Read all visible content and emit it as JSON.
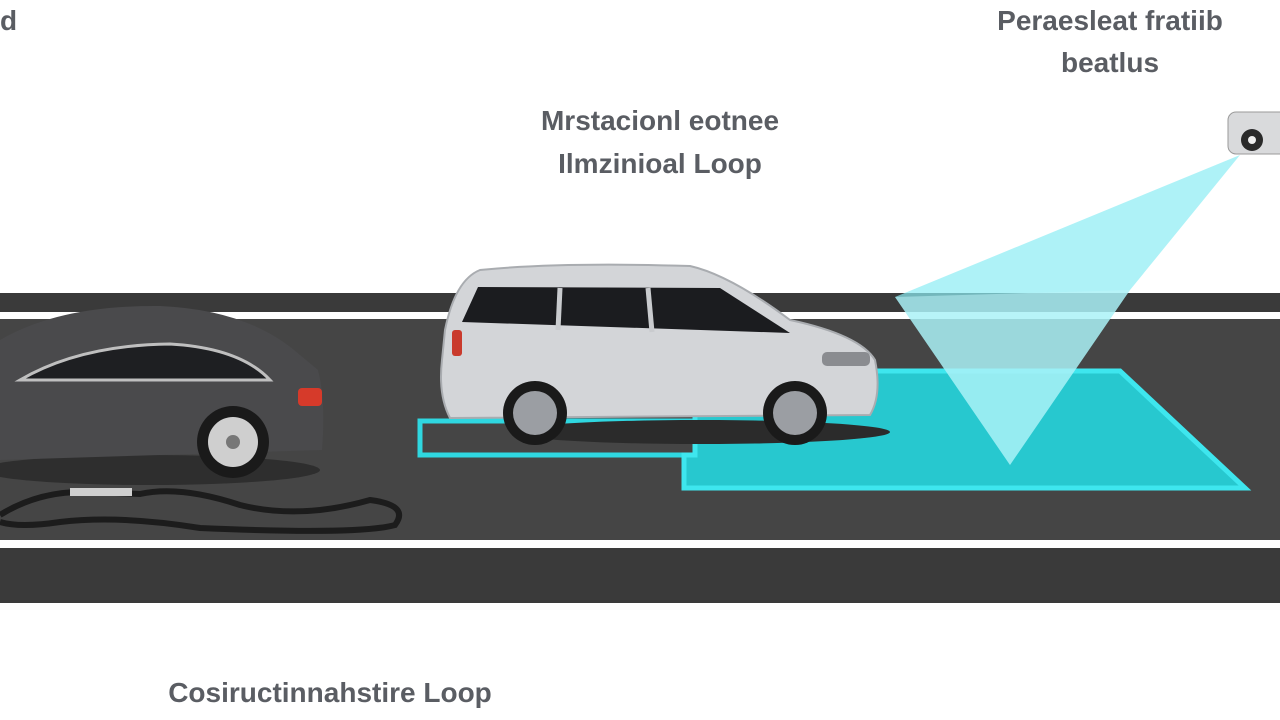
{
  "labels": {
    "top_left_fragment": "d",
    "top_right_line1": "Peraesleat fratiib",
    "top_right_line2": "beatlus",
    "center_line1": "Mrstacionl eotnee",
    "center_line2": "Ilmzinioal Loop",
    "bottom_left": "Cosiructinnahstire Loop"
  },
  "colors": {
    "road": "#454545",
    "road_edge": "#3a3a3a",
    "lane_line": "#ffffff",
    "loop_cyan": "#2fd7e0",
    "beam_cyan": "#7fe9f2",
    "text": "#5a5d63"
  },
  "icons": [
    "camera-icon",
    "sedan-car",
    "suv-car",
    "loop-cable"
  ]
}
